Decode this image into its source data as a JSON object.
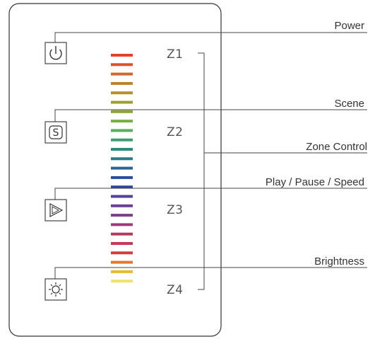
{
  "callouts": {
    "power": "Power",
    "scene": "Scene",
    "zone_control": "Zone Control",
    "play_pause_speed": "Play / Pause / Speed",
    "brightness": "Brightness"
  },
  "zones": [
    "Z1",
    "Z2",
    "Z3",
    "Z4"
  ],
  "buttons": {
    "power_icon": "power-icon",
    "scene_icon": "S",
    "play_icon": "play-icon",
    "brightness_icon": "sun-icon"
  },
  "color_bar": [
    "#e2412d",
    "#d9532b",
    "#cf6a2c",
    "#c1802d",
    "#b0902f",
    "#9e9c30",
    "#8fa534",
    "#78b043",
    "#5aae5c",
    "#3c9e72",
    "#2f8c7c",
    "#2c7b86",
    "#2a6690",
    "#24509a",
    "#32469c",
    "#54429a",
    "#6b3f93",
    "#7e3d8a",
    "#983d7a",
    "#b03c66",
    "#c53a52",
    "#d83b3d",
    "#e07a2c",
    "#e8b834",
    "#efe26a"
  ]
}
